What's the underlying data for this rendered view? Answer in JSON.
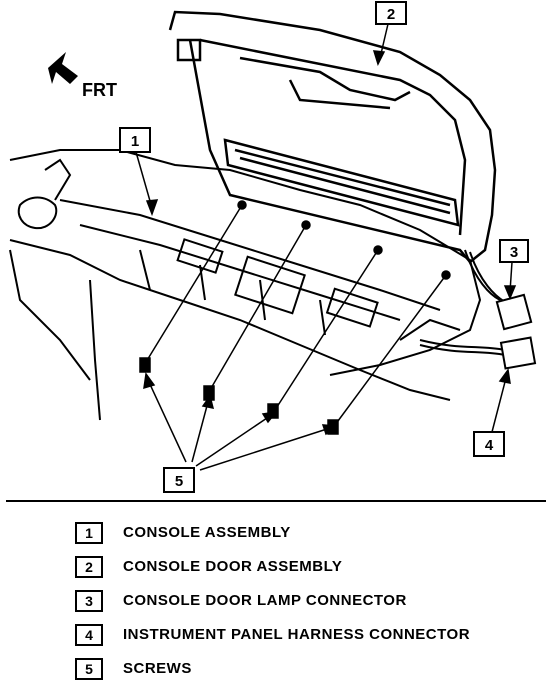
{
  "orientation": {
    "label": "FRT"
  },
  "callouts": [
    "1",
    "2",
    "3",
    "4",
    "5"
  ],
  "legend": [
    {
      "number": "1",
      "label": "CONSOLE ASSEMBLY"
    },
    {
      "number": "2",
      "label": "CONSOLE DOOR ASSEMBLY"
    },
    {
      "number": "3",
      "label": "CONSOLE DOOR LAMP CONNECTOR"
    },
    {
      "number": "4",
      "label": "INSTRUMENT PANEL HARNESS CONNECTOR"
    },
    {
      "number": "5",
      "label": "SCREWS"
    }
  ]
}
